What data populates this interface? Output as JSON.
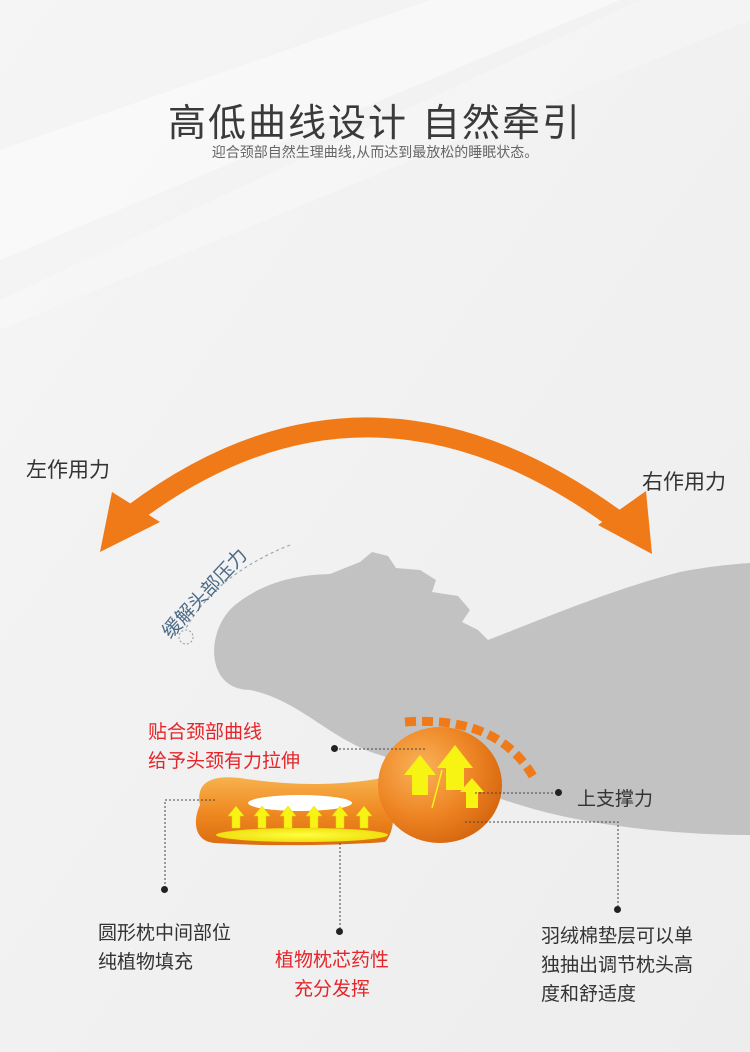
{
  "header": {
    "title": "高低曲线设计 自然牵引",
    "subtitle": "迎合颈部自然生理曲线,从而达到最放松的睡眠状态。"
  },
  "diagram": {
    "left_force": "左作用力",
    "right_force": "右作用力",
    "relieve_pressure": "缓解头部压力",
    "neck_fit_line1": "贴合颈部曲线",
    "neck_fit_line2": "给予头颈有力拉伸",
    "upper_support": "上支撑力",
    "round_pillow_line1": "圆形枕中间部位",
    "round_pillow_line2": "纯植物填充",
    "herbal_line1": "植物枕芯药性",
    "herbal_line2": "充分发挥",
    "down_layer_line1": "羽绒棉垫层可以单",
    "down_layer_line2": "独抽出调节枕头高",
    "down_layer_line3": "度和舒适度"
  },
  "colors": {
    "accent_orange": "#f07a18",
    "text_red": "#e4252a",
    "silhouette_gray": "#c2c2c2",
    "arrow_yellow": "#f7f313"
  }
}
